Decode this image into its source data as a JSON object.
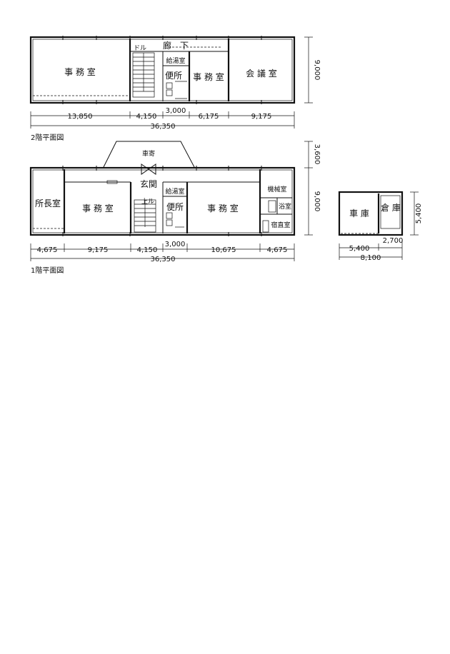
{
  "floor2": {
    "caption": "2階平面図",
    "rooms": {
      "office_left": "事 務 室",
      "corridor": "廊　下",
      "down": "ドル",
      "kyuto": "給湯室",
      "toilet": "便所",
      "office_mid": "事 務 室",
      "meeting": "会 議 室"
    },
    "dims": {
      "d1": "13,850",
      "d2": "4,150",
      "d3": "3,000",
      "d4": "6,175",
      "d5": "9,175",
      "total": "36,350",
      "height": "9,000"
    }
  },
  "floor1": {
    "caption": "1階平面図",
    "rooms": {
      "carport": "車寄",
      "director": "所長室",
      "office_left": "事 務 室",
      "entrance": "玄関",
      "up": "上ル",
      "kyuto": "給湯室",
      "toilet": "便所",
      "office_right": "事 務 室",
      "machine": "機械室",
      "bath": "浴室",
      "night": "宿直室"
    },
    "dims": {
      "d1": "4,675",
      "d2": "9,175",
      "d3": "4,150",
      "d4": "3,000",
      "d5": "10,675",
      "d6": "4,675",
      "total": "36,350",
      "height": "9,000",
      "carport_depth": "3,600"
    }
  },
  "garage": {
    "rooms": {
      "garage": "車 庫",
      "storage": "倉 庫"
    },
    "dims": {
      "w1": "5,400",
      "w2": "2,700",
      "total": "8,100",
      "height": "5,400"
    }
  }
}
